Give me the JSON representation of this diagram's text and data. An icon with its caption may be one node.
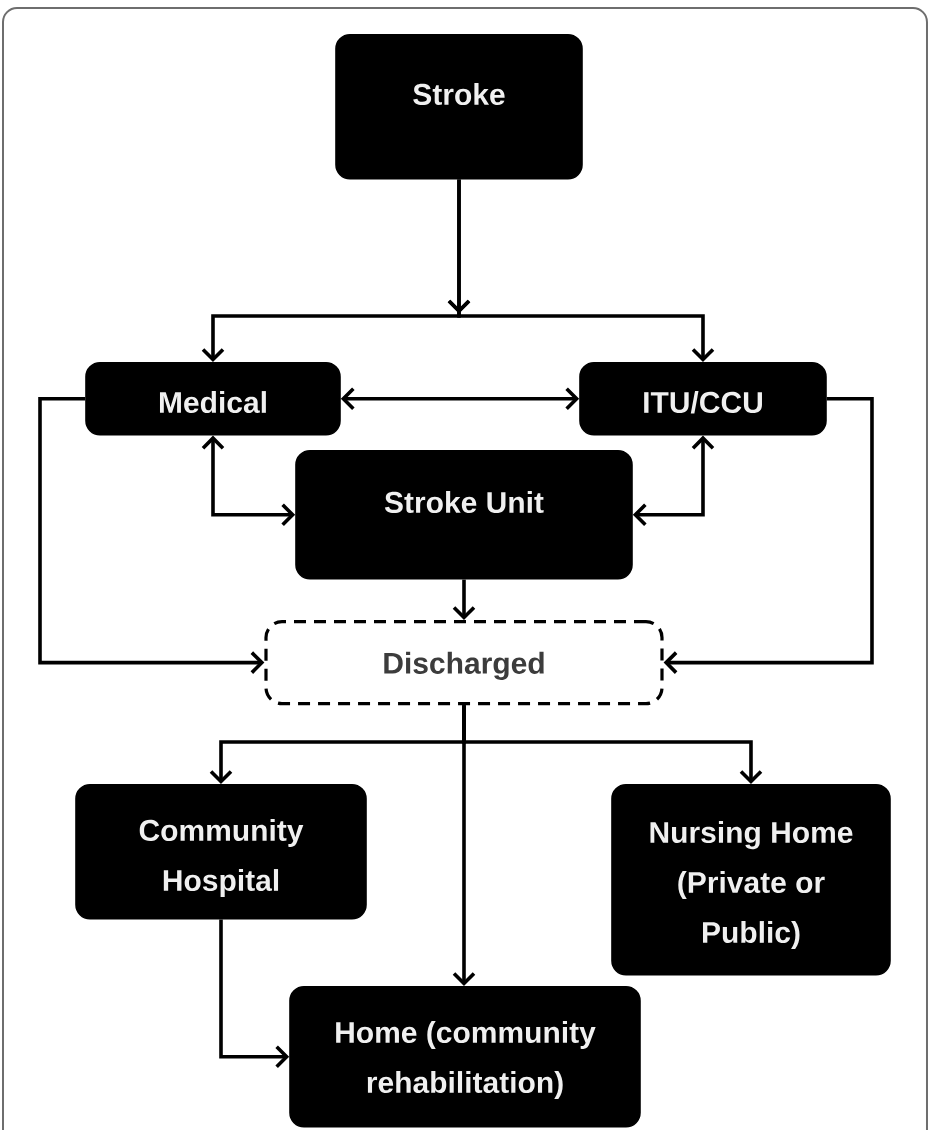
{
  "diagram": {
    "nodes": [
      {
        "text": [
          "Stroke"
        ]
      },
      {
        "text": [
          "Medical"
        ]
      },
      {
        "text": [
          "ITU/CCU"
        ]
      },
      {
        "text": [
          "Stroke Unit"
        ]
      },
      {
        "text": [
          "Discharged"
        ]
      },
      {
        "text": [
          "Community Hospital"
        ]
      },
      {
        "text": [
          "Nursing Home (Private or Public)"
        ]
      },
      {
        "text": [
          "Home (community rehabilitation)"
        ]
      }
    ],
    "edges": [
      {
        "from": 0,
        "to": 1,
        "arrow": "to"
      },
      {
        "from": 0,
        "to": 2,
        "arrow": "to"
      },
      {
        "from": 1,
        "to": 2,
        "arrow": "both"
      },
      {
        "from": 1,
        "to": 3,
        "arrow": "both"
      },
      {
        "from": 2,
        "to": 3,
        "arrow": "both"
      },
      {
        "from": 3,
        "to": 4,
        "arrow": "to"
      },
      {
        "from": 1,
        "to": 4,
        "arrow": "to"
      },
      {
        "from": 2,
        "to": 4,
        "arrow": "to"
      },
      {
        "from": 4,
        "to": 5,
        "arrow": "to"
      },
      {
        "from": 4,
        "to": 6,
        "arrow": "to"
      },
      {
        "from": 4,
        "to": 7,
        "arrow": "to"
      },
      {
        "from": 5,
        "to": 7,
        "arrow": "to"
      }
    ]
  }
}
